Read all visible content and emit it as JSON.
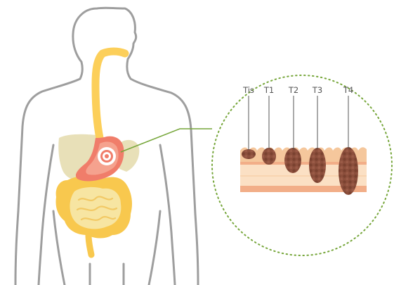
{
  "diagram": {
    "stages": [
      {
        "label": "Tis"
      },
      {
        "label": "T1"
      },
      {
        "label": "T2"
      },
      {
        "label": "T3"
      },
      {
        "label": "T4"
      }
    ],
    "colors": {
      "outline": "#9e9e9e",
      "esophagus": "#fccf5a",
      "liver": "#e8e0b8",
      "stomach_outer": "#f07d6a",
      "stomach_inner": "#f5a28e",
      "intestine_outer": "#f8c84e",
      "intestine_inner": "#f7e5a2",
      "callout_line": "#76a63a",
      "wall_mucosa": "#f5c79c",
      "wall_layer": "#f2ae88",
      "wall_inner": "#fbe0c4",
      "tumor": "#8c4f3c",
      "tumor_dark": "#6b3525"
    },
    "icons": [
      "body-silhouette",
      "stomach-target-icon"
    ]
  }
}
